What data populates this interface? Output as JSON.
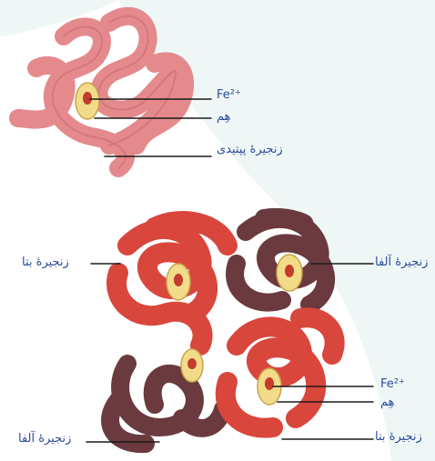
{
  "figure": {
    "top_molecule": {
      "labels": {
        "iron": "Fe²⁺",
        "heme": "هِم",
        "peptide_chain": "زنجیرهٔ پپتیدی"
      }
    },
    "bottom_molecule": {
      "labels": {
        "beta_chain_left": "زنجیرهٔ بتا",
        "alpha_chain_right": "زنجیرهٔ آلفا",
        "iron": "Fe²⁺",
        "heme": "هِم",
        "alpha_chain_left": "زنجیرهٔ آلفا",
        "beta_chain_right": "زنجیرهٔ بتا"
      }
    },
    "colors": {
      "background_tint": "#eef7f6",
      "top_tube": "#e48a8d",
      "beta_tube": "#d9463c",
      "alpha_tube": "#6a3a3e",
      "heme_disc": "#f2dc8a",
      "heme_center": "#c53b2c",
      "leader_line": "#1a1a1a",
      "label_text": "#2b4a9a"
    }
  }
}
